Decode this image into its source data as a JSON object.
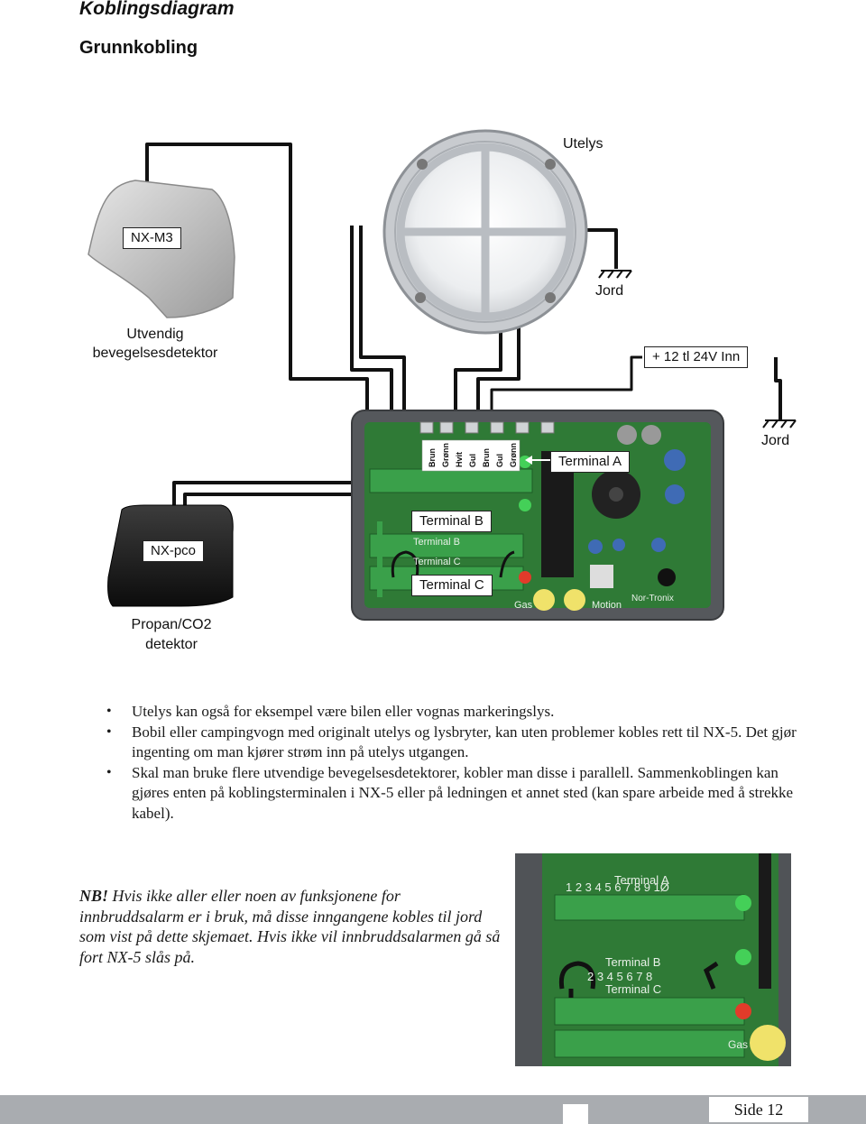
{
  "header": {
    "title": "Koblingsdiagram",
    "subtitle": "Grunnkobling"
  },
  "diagram": {
    "utelys_label": "Utelys",
    "nxm3_label": "NX-M3",
    "jord_top_label": "Jord",
    "jord_right_label": "Jord",
    "detector_label_line1": "Utvendig",
    "detector_label_line2": "bevegelsesdetektor",
    "power_label": "+ 12 tl 24V Inn",
    "terminal_a_label": "Terminal A",
    "terminal_b_label": "Terminal B",
    "terminal_c_label": "Terminal C",
    "nxpco_label": "NX-pco",
    "gas_label_line1": "Propan/CO2",
    "gas_label_line2": "detektor",
    "wire_labels": [
      "Brun",
      "Grønn",
      "Hvit",
      "Gul",
      "Brun",
      "Gul",
      "Grønn"
    ],
    "pcb_terminal_b": "Terminal B",
    "pcb_terminal_c": "Terminal C",
    "pcb_terminal_a": "Terminal A",
    "pcb_brand": "Nor-Tronix",
    "pcb_motion": "Motion",
    "pcb_gas": "Gas"
  },
  "bullets": [
    "Utelys kan også for eksempel være bilen eller vognas markeringslys.",
    "Bobil eller campingvogn med originalt utelys og lysbryter, kan uten problemer kobles rett til NX-5. Det gjør ingenting om man kjører strøm inn på utelys utgangen.",
    "Skal man bruke flere utvendige bevegelsesdetektorer, kobler man disse i parallell. Sammenkoblingen kan gjøres enten på koblingsterminalen i NX-5 eller på ledningen et annet sted (kan spare arbeide med å strekke kabel)."
  ],
  "note": {
    "prefix": "NB!",
    "text": " Hvis ikke aller eller noen av funksjonene for innbruddsalarm er i bruk, må disse inngangene kobles til jord som vist på dette skjemaet. Hvis ikke vil innbruddsalarmen gå så fort NX-5 slås på."
  },
  "detail": {
    "terminal_a": "Terminal A",
    "terminal_a_numbers": "1 2 3 4 5 6 7 8 9 1Ø",
    "terminal_b": "Terminal B",
    "terminal_b_numbers": "2 3 4 5 6 7 8",
    "terminal_c": "Terminal C",
    "gas": "Gas"
  },
  "footer": {
    "page": "Side 12"
  },
  "colors": {
    "pcb_green": "#2f7a36",
    "terminal_green": "#3aa04a",
    "enclosure": "#55585c",
    "wire": "#111111",
    "footer_bar": "#a9acb0"
  }
}
